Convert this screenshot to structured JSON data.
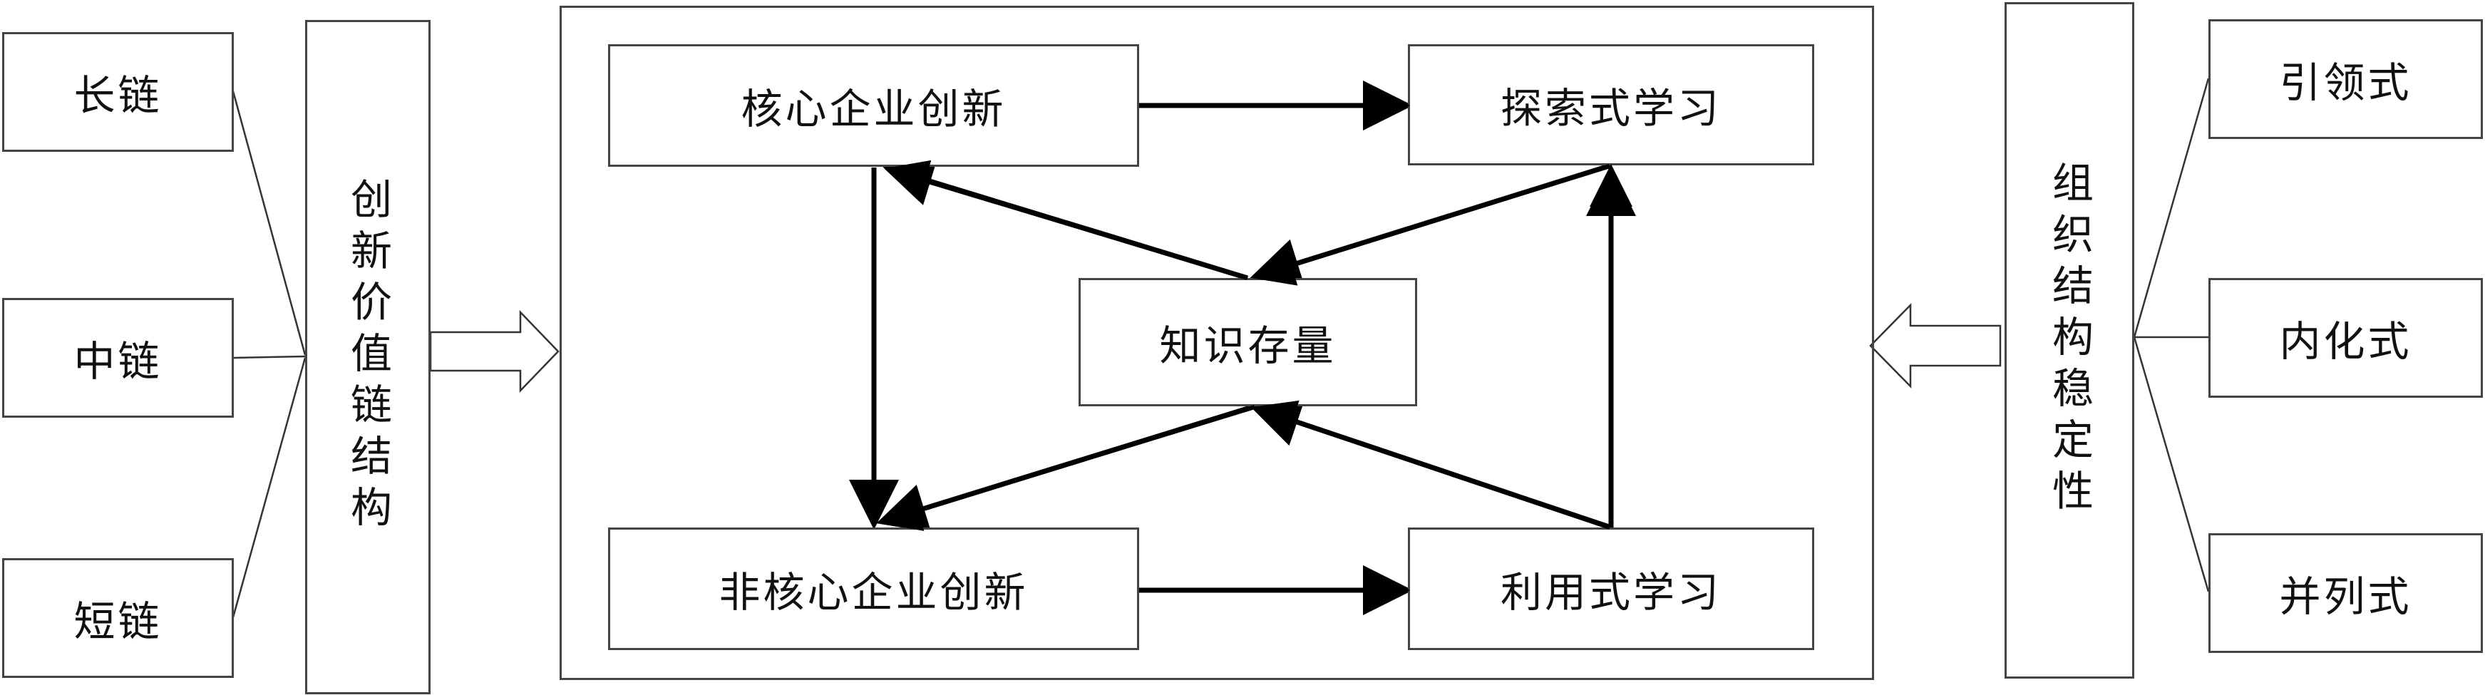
{
  "left": {
    "items": [
      "长链",
      "中链",
      "短链"
    ],
    "title": "创新价值链结构"
  },
  "center": {
    "core_innovation": "核心企业创新",
    "non_core_innovation": "非核心企业创新",
    "exploratory_learning": "探索式学习",
    "exploitative_learning": "利用式学习",
    "knowledge_stock": "知识存量"
  },
  "right": {
    "title": "组织结构稳定性",
    "items": [
      "引领式",
      "内化式",
      "并列式"
    ]
  }
}
